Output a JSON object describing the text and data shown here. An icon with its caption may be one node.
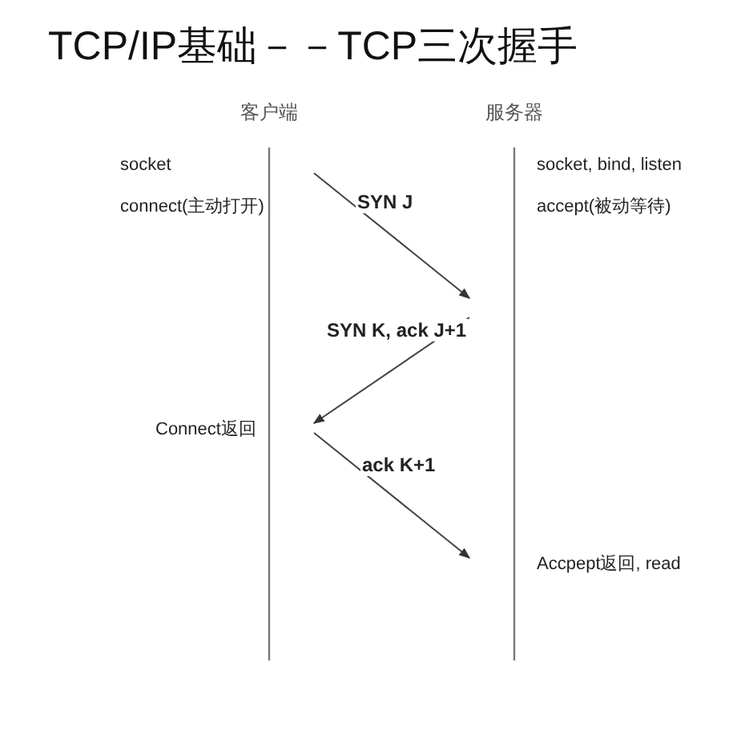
{
  "diagram": {
    "title": "TCP/IP基础－－TCP三次握手",
    "nodes": [
      {
        "text": [
          "客户端"
        ]
      },
      {
        "text": [
          "服务器"
        ]
      }
    ],
    "edges": [
      {
        "from": 0,
        "to": 1,
        "arrow": "to",
        "label": "SYN J"
      },
      {
        "from": 1,
        "to": 0,
        "arrow": "to",
        "label": "SYN K, ack J+1"
      },
      {
        "from": 0,
        "to": 1,
        "arrow": "to",
        "label": "ack K+1"
      }
    ],
    "labels": [
      "socket",
      "socket, bind, listen",
      "connect(主动打开)",
      "accept(被动等待)",
      "Connect返回",
      "Accpept返回, read"
    ]
  }
}
